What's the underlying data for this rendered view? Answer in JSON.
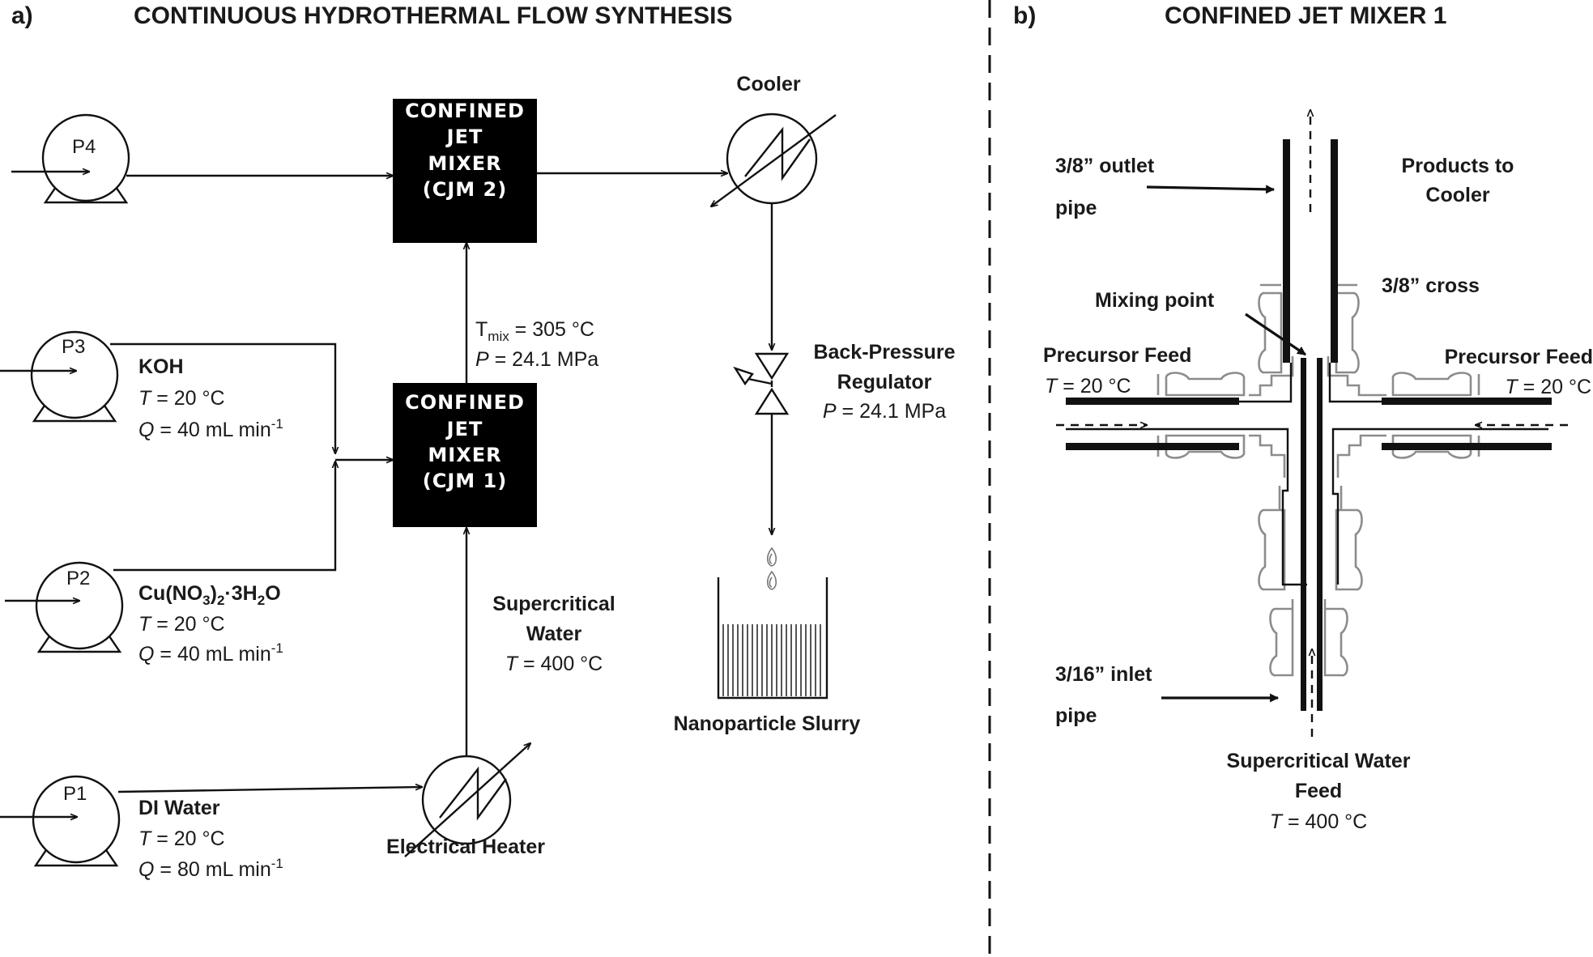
{
  "panel_a": {
    "letter": "a)",
    "title": "CONTINUOUS HYDROTHERMAL FLOW SYNTHESIS",
    "pumps": {
      "p4": "P4",
      "p3": "P3",
      "p2": "P2",
      "p1": "P1"
    },
    "koh": {
      "name": "KOH",
      "t_var": "T",
      "t_val": " = 20 °C",
      "q_var": "Q",
      "q_val": " = 40 mL min",
      "q_exp": "-1"
    },
    "cu": {
      "name_a": "Cu(NO",
      "name_sub1": "3",
      "name_b": ")",
      "name_sub2": "2",
      "name_c": "·3H",
      "name_sub3": "2",
      "name_d": "O",
      "t_var": "T",
      "t_val": " = 20 °C",
      "q_var": "Q",
      "q_val": " = 40 mL min",
      "q_exp": "-1"
    },
    "di": {
      "name": "DI Water",
      "t_var": "T",
      "t_val": " = 20 °C",
      "q_var": "Q",
      "q_val": " = 80 mL min",
      "q_exp": "-1"
    },
    "cjm2": {
      "l1": "CONFINED",
      "l2": "JET",
      "l3": "MIXER",
      "l4": "(CJM 2)"
    },
    "cjm1": {
      "l1": "CONFINED",
      "l2": "JET",
      "l3": "MIXER",
      "l4": "(CJM 1)"
    },
    "tmix": {
      "t": "T",
      "sub": "mix",
      "val": " = 305 °C"
    },
    "pmix": {
      "var": "P",
      "val": " = 24.1 MPa"
    },
    "scw": {
      "l1": "Supercritical",
      "l2": "Water",
      "t_var": "T",
      "t_val": " = 400 °C"
    },
    "heater_label": "Electrical Heater",
    "cooler_label": "Cooler",
    "bpr": {
      "l1": "Back-Pressure",
      "l2": "Regulator",
      "p_var": "P",
      "p_val": " = 24.1 MPa"
    },
    "slurry_label": "Nanoparticle Slurry"
  },
  "panel_b": {
    "letter": "b)",
    "title": "CONFINED JET MIXER 1",
    "outlet": {
      "l1": "3/8” outlet",
      "l2": "pipe"
    },
    "products": {
      "l1": "Products to",
      "l2": "Cooler"
    },
    "cross": "3/8” cross",
    "mixing_point": "Mixing point",
    "precursor_left": {
      "l1": "Precursor Feed",
      "t_var": "T",
      "t_val": " = 20 °C"
    },
    "precursor_right": {
      "l1": "Precursor Feed",
      "t_var": "T",
      "t_val": " = 20 °C"
    },
    "inlet": {
      "l1": "3/16” inlet",
      "l2": "pipe"
    },
    "scw_feed": {
      "l1": "Supercritical Water",
      "l2": "Feed",
      "t_var": "T",
      "t_val": " = 400 °C"
    }
  }
}
